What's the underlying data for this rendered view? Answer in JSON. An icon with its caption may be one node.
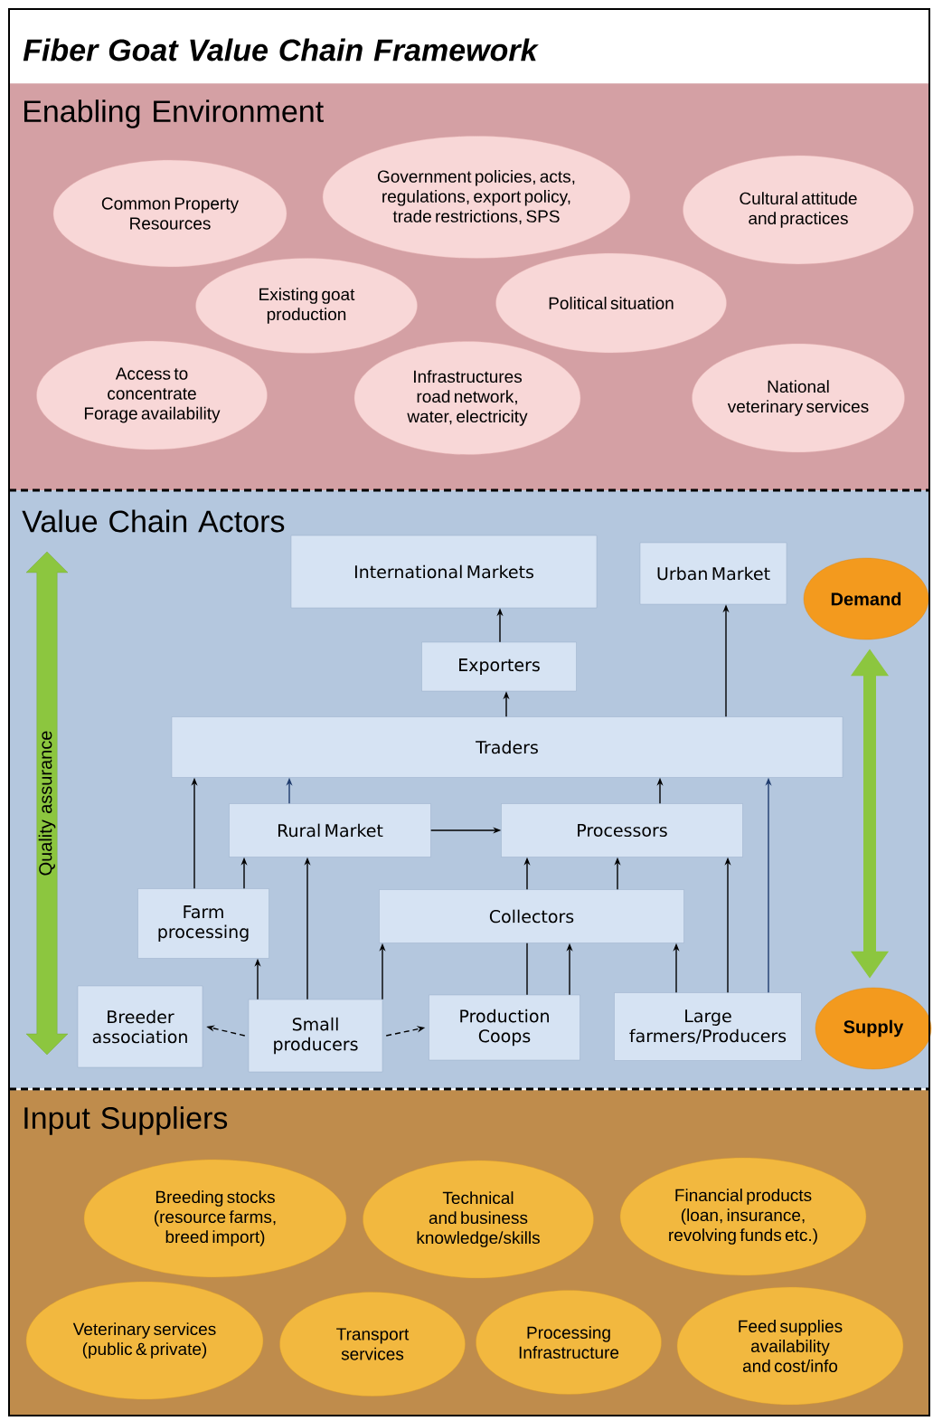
{
  "diagram": {
    "title": "Fiber Goat Value Chain Framework",
    "nodes": [
      {
        "text": [
          "Enabling Environment"
        ]
      },
      {
        "text": [
          "Common Property Resources"
        ],
        "in": 0
      },
      {
        "text": [
          "Government policies, acts, regulations, export policy, trade restrictions, SPS"
        ],
        "in": 0
      },
      {
        "text": [
          "Cultural attitude and practices"
        ],
        "in": 0
      },
      {
        "text": [
          "Existing goat production"
        ],
        "in": 0
      },
      {
        "text": [
          "Political situation"
        ],
        "in": 0
      },
      {
        "text": [
          "Access to concentrate Forage availability"
        ],
        "in": 0
      },
      {
        "text": [
          "Infrastructures road network, water, electricity"
        ],
        "in": 0
      },
      {
        "text": [
          "National veterinary services"
        ],
        "in": 0
      },
      {
        "text": [
          "Value Chain Actors"
        ]
      },
      {
        "text": [
          "International Markets"
        ],
        "in": 9
      },
      {
        "text": [
          "Urban Market"
        ],
        "in": 9
      },
      {
        "text": [
          "Demand"
        ],
        "in": 9
      },
      {
        "text": [
          "Exporters"
        ],
        "in": 9
      },
      {
        "text": [
          "Quality assurance"
        ],
        "in": 9
      },
      {
        "text": [
          "Traders"
        ],
        "in": 9
      },
      {
        "text": [
          "Rural Market"
        ],
        "in": 9
      },
      {
        "text": [
          "Processors"
        ],
        "in": 9
      },
      {
        "text": [
          "Farm processing"
        ],
        "in": 9
      },
      {
        "text": [
          "Collectors"
        ],
        "in": 9
      },
      {
        "text": [
          "Breeder association"
        ],
        "in": 9
      },
      {
        "text": [
          "Small producers"
        ],
        "in": 9
      },
      {
        "text": [
          "Production Coops"
        ],
        "in": 9
      },
      {
        "text": [
          "Large farmers/Producers"
        ],
        "in": 9
      },
      {
        "text": [
          "Supply"
        ],
        "in": 9
      },
      {
        "text": [
          "Input Suppliers"
        ]
      },
      {
        "text": [
          "Breeding stocks (resource farms, breed import)"
        ],
        "in": 25
      },
      {
        "text": [
          "Technical and business knowledge/skills"
        ],
        "in": 25
      },
      {
        "text": [
          "Financial products (loan, insurance, revolving funds etc.)"
        ],
        "in": 25
      },
      {
        "text": [
          "Veterinary services (public & private)"
        ],
        "in": 25
      },
      {
        "text": [
          "Transport services"
        ],
        "in": 25
      },
      {
        "text": [
          "Processing Infrastructure"
        ],
        "in": 25
      },
      {
        "text": [
          "Feed supplies availability and cost/info"
        ],
        "in": 25
      }
    ],
    "edges": [
      {
        "from": 13,
        "to": 10,
        "arrow": "to"
      },
      {
        "from": 15,
        "to": 13,
        "arrow": "to"
      },
      {
        "from": 15,
        "to": 11,
        "arrow": "to"
      },
      {
        "from": 18,
        "to": 15,
        "arrow": "to"
      },
      {
        "from": 16,
        "to": 15,
        "arrow": "to",
        "color": "#1f3c6e"
      },
      {
        "from": 17,
        "to": 15,
        "arrow": "to"
      },
      {
        "from": 23,
        "to": 15,
        "arrow": "to",
        "color": "#1f3c6e"
      },
      {
        "from": 16,
        "to": 17,
        "arrow": "to"
      },
      {
        "from": 18,
        "to": 16,
        "arrow": "to"
      },
      {
        "from": 21,
        "to": 16,
        "arrow": "to"
      },
      {
        "from": 19,
        "to": 17,
        "arrow": "to"
      },
      {
        "from": 19,
        "to": 17,
        "arrow": "to"
      },
      {
        "from": 21,
        "to": 18,
        "arrow": "to"
      },
      {
        "from": 21,
        "to": 19,
        "arrow": "to"
      },
      {
        "from": 22,
        "to": 19,
        "arrow": "none"
      },
      {
        "from": 22,
        "to": 19,
        "arrow": "to"
      },
      {
        "from": 23,
        "to": 19,
        "arrow": "to"
      },
      {
        "from": 23,
        "to": 17,
        "arrow": "to"
      },
      {
        "from": 21,
        "to": 20,
        "arrow": "to",
        "style": "dashed"
      },
      {
        "from": 21,
        "to": 22,
        "arrow": "to",
        "style": "dashed"
      },
      {
        "from": 12,
        "to": 24,
        "arrow": "both",
        "style": "thick",
        "color": "#8cc63f"
      }
    ]
  }
}
